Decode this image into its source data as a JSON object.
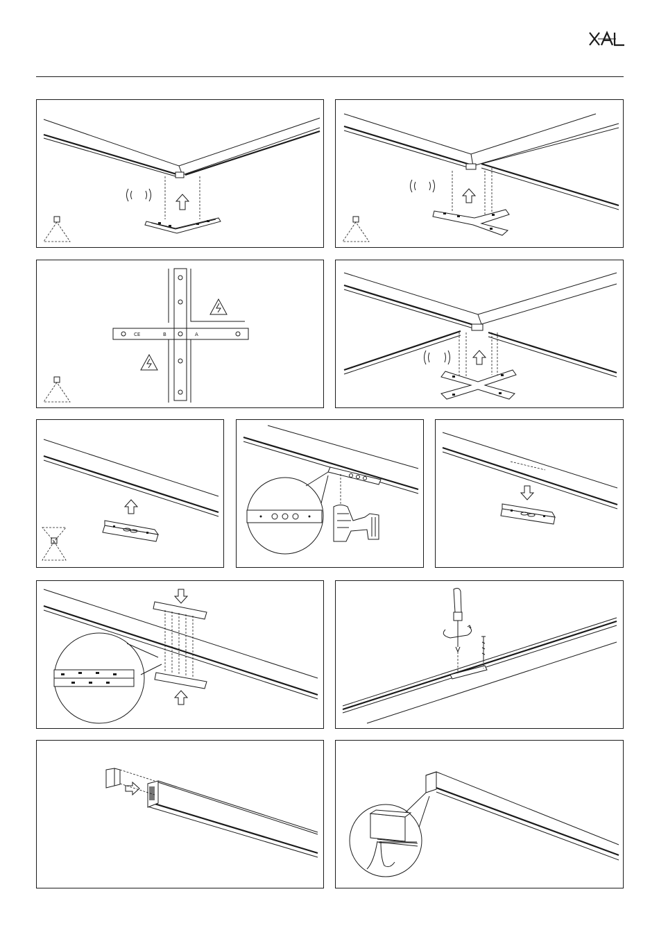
{
  "header": {
    "brand": "XAL",
    "logo_icon": "xal-logo"
  },
  "panels": [
    {
      "name": "panel-corner-connector",
      "icons": [
        "corner-connector-icon",
        "up-arrow-icon",
        "magnetic-waves-icon",
        "ceiling-mount-icon"
      ]
    },
    {
      "name": "panel-t-connector",
      "icons": [
        "t-connector-icon",
        "up-arrow-icon",
        "magnetic-waves-icon",
        "ceiling-mount-icon"
      ]
    },
    {
      "name": "panel-cross-connector-wiring",
      "icons": [
        "cross-connector-icon",
        "electrical-hazard-icon",
        "ceiling-mount-icon"
      ],
      "connector_labels": {
        "b": "B",
        "a": "A"
      },
      "ce_mark": "CE"
    },
    {
      "name": "panel-cross-connector-install",
      "icons": [
        "cross-connector-icon",
        "up-arrow-icon",
        "magnetic-waves-icon"
      ]
    },
    {
      "name": "panel-straight-connector",
      "icons": [
        "straight-connector-icon",
        "up-arrow-icon",
        "ceiling-floor-icon"
      ]
    },
    {
      "name": "panel-drill-holes",
      "icons": [
        "magnifier-callout-icon",
        "drill-icon"
      ]
    },
    {
      "name": "panel-connector-lower",
      "icons": [
        "straight-connector-icon",
        "down-arrow-icon"
      ]
    },
    {
      "name": "panel-inline-connector-detail",
      "icons": [
        "down-arrow-icon",
        "up-arrow-icon",
        "magnifier-callout-icon"
      ]
    },
    {
      "name": "panel-screwdriver",
      "icons": [
        "screwdriver-icon",
        "screw-icon",
        "rotation-arrow-icon"
      ]
    },
    {
      "name": "panel-end-cap",
      "icons": [
        "end-cap-icon",
        "right-arrow-icon"
      ]
    },
    {
      "name": "panel-feed-end",
      "icons": [
        "magnifier-callout-icon",
        "cable-icon"
      ]
    }
  ]
}
